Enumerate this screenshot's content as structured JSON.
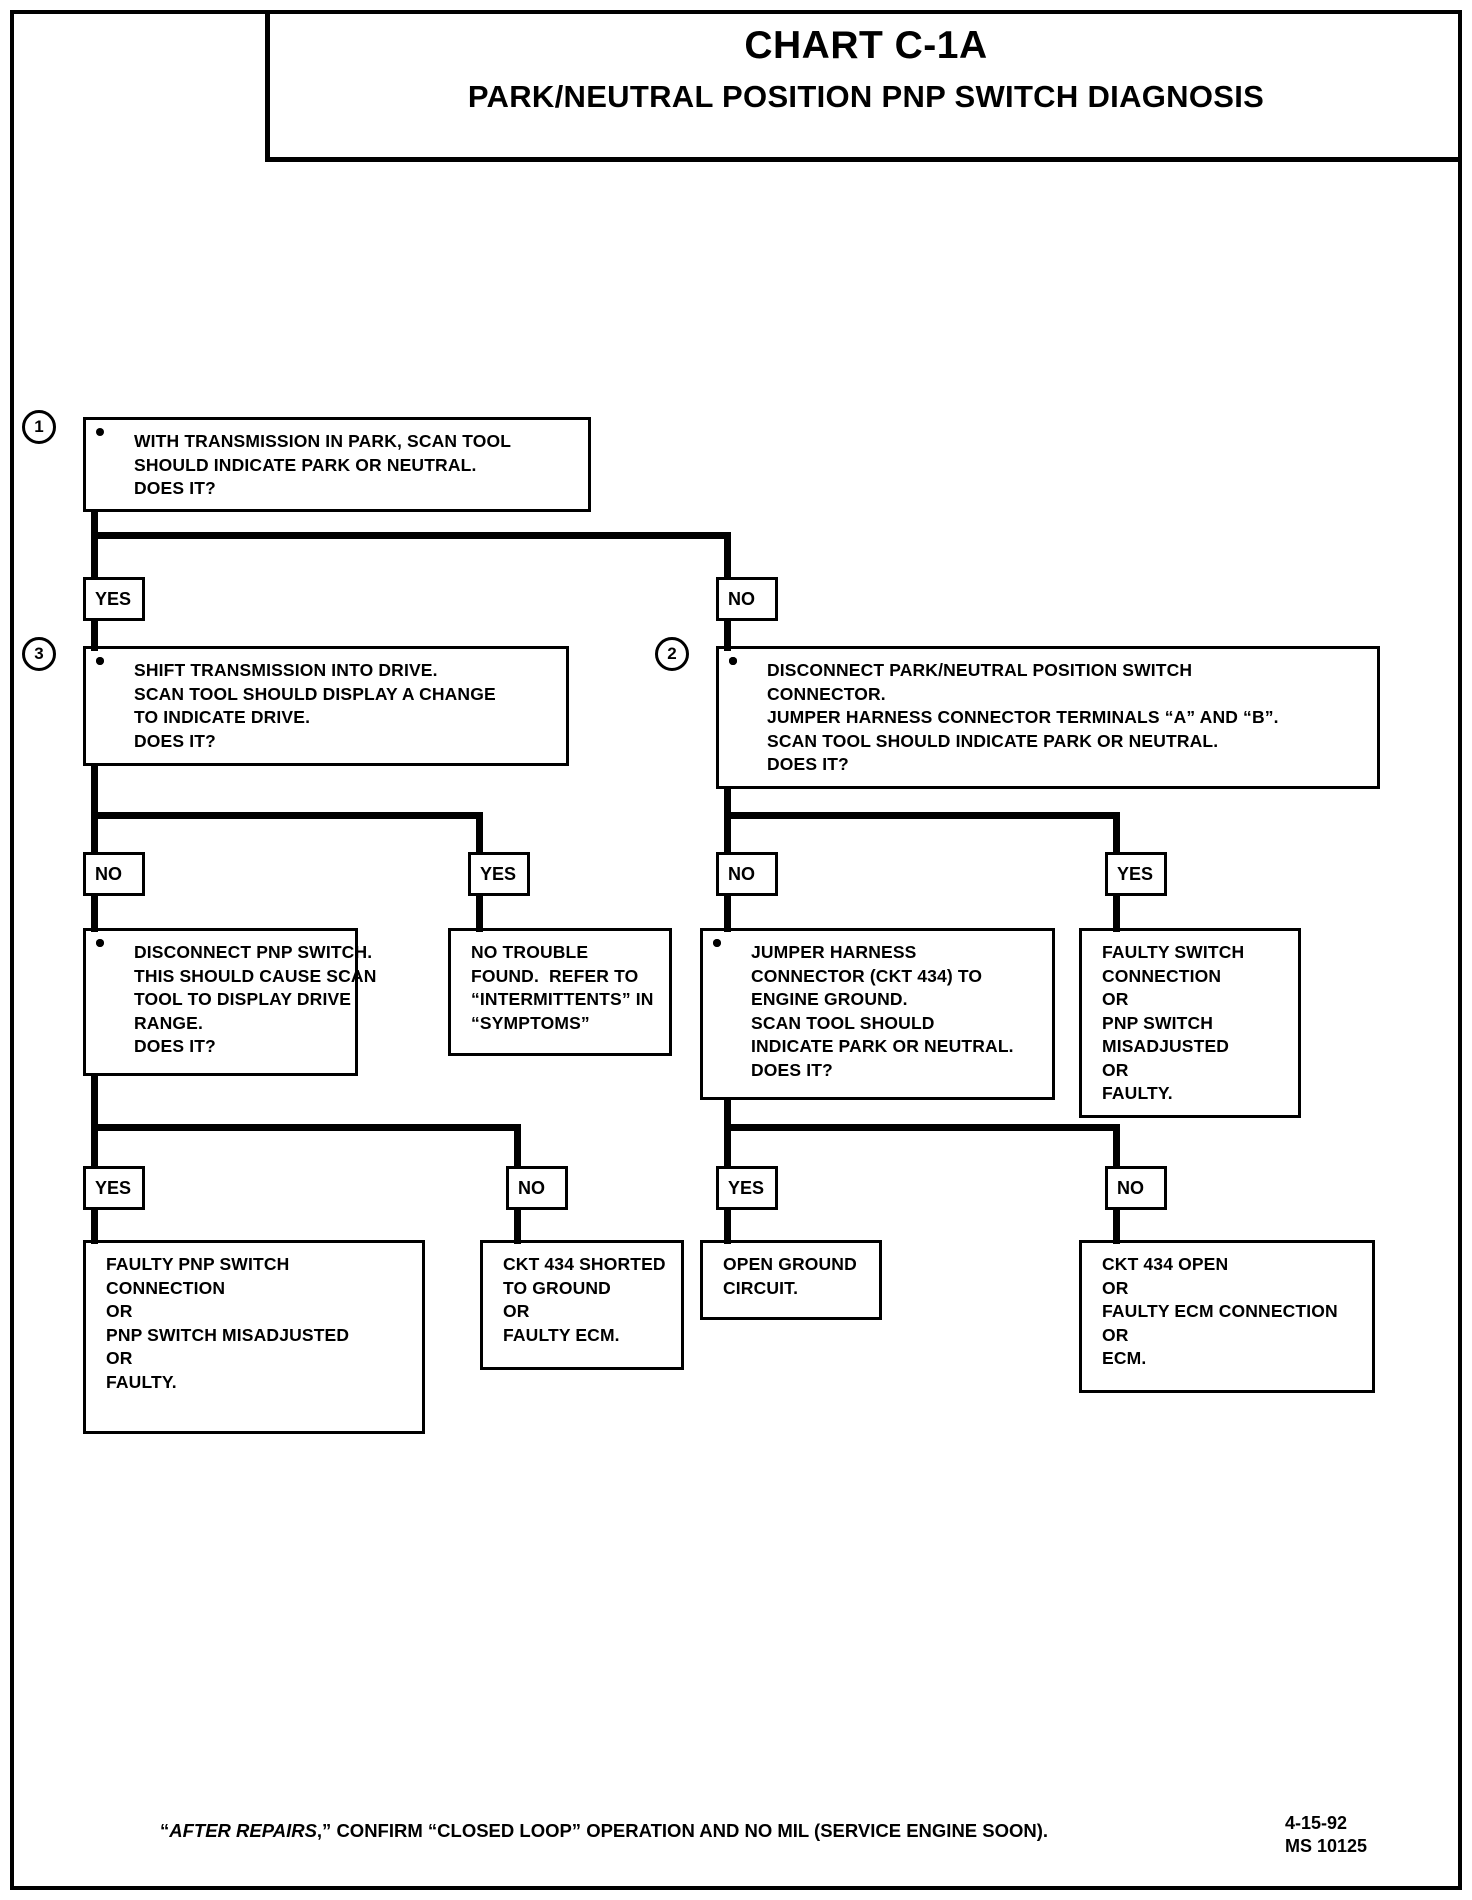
{
  "header": {
    "title": "CHART C-1A",
    "subtitle": "PARK/NEUTRAL POSITION  PNP  SWITCH DIAGNOSIS"
  },
  "steps": {
    "one": "1",
    "two": "2",
    "three": "3"
  },
  "labels": {
    "yes": "YES",
    "no": "NO"
  },
  "nodes": {
    "step1": {
      "l1": "WITH TRANSMISSION IN PARK, SCAN TOOL",
      "l2": "SHOULD INDICATE PARK OR NEUTRAL.",
      "l3": "DOES IT?"
    },
    "step3": {
      "l1": "SHIFT TRANSMISSION INTO DRIVE.",
      "l2": "SCAN TOOL SHOULD DISPLAY A CHANGE",
      "l3": "TO INDICATE DRIVE.",
      "l4": "DOES IT?"
    },
    "step2": {
      "l1": "DISCONNECT PARK/NEUTRAL POSITION SWITCH",
      "l2": "CONNECTOR.",
      "l3": "JUMPER HARNESS CONNECTOR TERMINALS “A” AND “B”.",
      "l4": "SCAN TOOL SHOULD INDICATE PARK OR NEUTRAL.",
      "l5": "DOES IT?"
    },
    "disconnect_pnp": {
      "l1": "DISCONNECT PNP SWITCH.",
      "l2": "THIS SHOULD CAUSE SCAN",
      "l3": "TOOL TO DISPLAY DRIVE",
      "l4": "RANGE.",
      "l5": "DOES IT?"
    },
    "no_trouble": {
      "l1": "NO TROUBLE",
      "l2": "FOUND.  REFER TO",
      "l3": "“INTERMITTENTS” IN",
      "l4": "“SYMPTOMS”"
    },
    "jumper_ground": {
      "l1": "JUMPER HARNESS",
      "l2": "CONNECTOR (CKT 434) TO",
      "l3": "ENGINE GROUND.",
      "l4": "SCAN TOOL SHOULD",
      "l5": "INDICATE PARK OR NEUTRAL.",
      "l6": "DOES IT?"
    },
    "faulty_switch_conn": {
      "l1": "FAULTY SWITCH",
      "l2": "CONNECTION",
      "l3": "OR",
      "l4": "PNP SWITCH",
      "l5": "MISADJUSTED",
      "l6": "OR",
      "l7": "FAULTY."
    },
    "faulty_pnp_switch": {
      "l1": "FAULTY PNP SWITCH",
      "l2": "CONNECTION",
      "l3": "OR",
      "l4": "PNP SWITCH MISADJUSTED",
      "l5": "OR",
      "l6": "FAULTY."
    },
    "ckt434_shorted": {
      "l1": "CKT 434 SHORTED",
      "l2": "TO GROUND",
      "l3": "OR",
      "l4": "FAULTY ECM."
    },
    "open_ground": {
      "l1": "OPEN GROUND",
      "l2": "CIRCUIT."
    },
    "ckt434_open": {
      "l1": "CKT 434 OPEN",
      "l2": "OR",
      "l3": "FAULTY ECM CONNECTION",
      "l4": "OR",
      "l5": "ECM."
    }
  },
  "footer": {
    "note_prefix": "“",
    "note_italic": "AFTER REPAIRS",
    "note_rest": ",” CONFIRM “CLOSED LOOP” OPERATION AND NO MIL (SERVICE ENGINE SOON).",
    "date": "4-15-92",
    "code": "MS 10125"
  }
}
